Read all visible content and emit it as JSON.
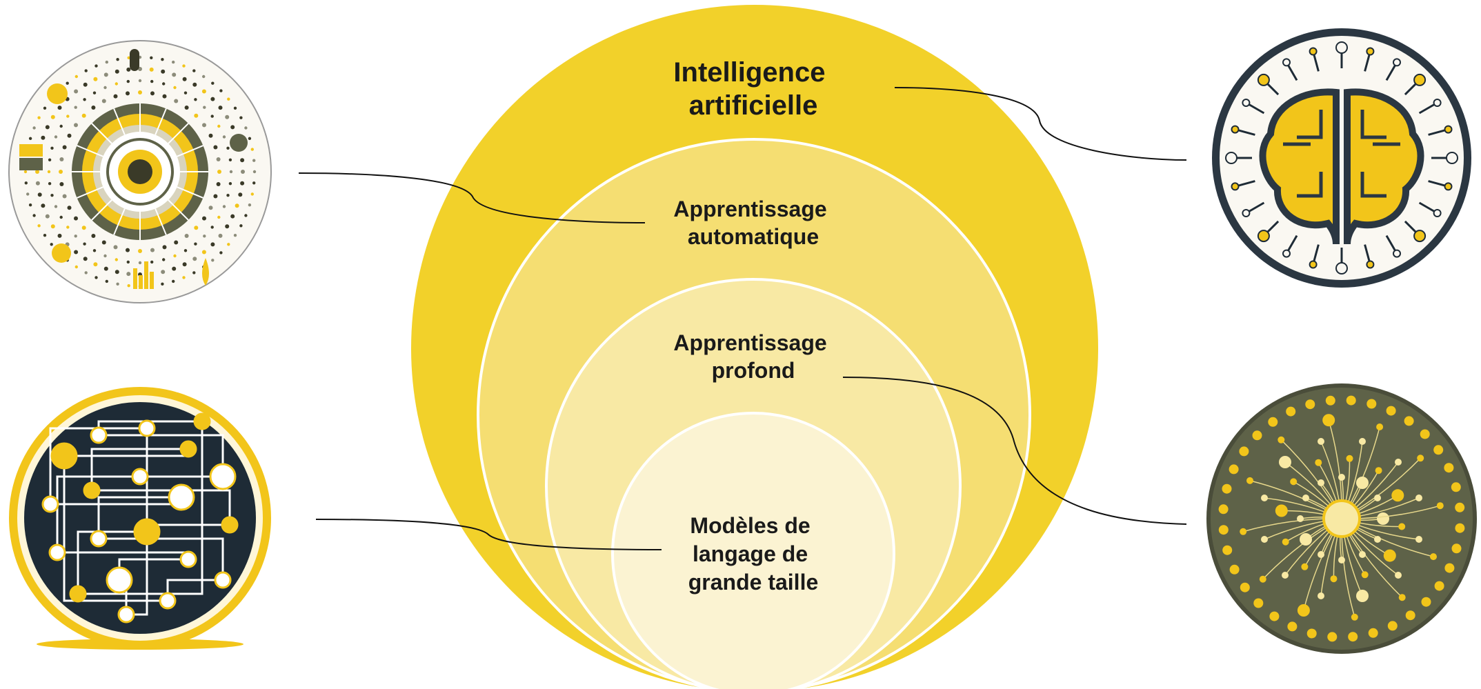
{
  "diagram": {
    "levels": [
      {
        "id": "ai",
        "label_lines": [
          "Intelligence",
          "artificielle"
        ],
        "color": "#F2D12A"
      },
      {
        "id": "ml",
        "label_lines": [
          "Apprentissage",
          "automatique"
        ],
        "color": "#F5DE72"
      },
      {
        "id": "dl",
        "label_lines": [
          "Apprentissage",
          "profond"
        ],
        "color": "#F8E9A4"
      },
      {
        "id": "llm",
        "label_lines": [
          "Modèles de",
          "langage de",
          "grande taille"
        ],
        "color": "#FBF3D2"
      }
    ],
    "illustrations": [
      {
        "id": "ai",
        "icon": "circuit-brain-icon"
      },
      {
        "id": "ml",
        "icon": "data-wheel-icon"
      },
      {
        "id": "dl",
        "icon": "neural-network-icon"
      },
      {
        "id": "llm",
        "icon": "language-circuit-icon"
      }
    ],
    "colors": {
      "accent": "#F2C51A",
      "dark": "#1E2B36",
      "olive": "#5E6248",
      "white": "#FFFFFF"
    }
  }
}
